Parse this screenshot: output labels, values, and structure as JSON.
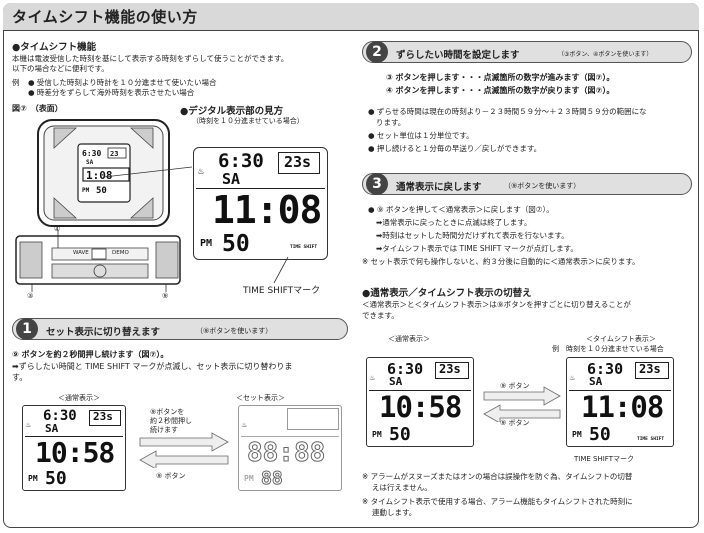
{
  "title": "タイムシフト機能の使い方",
  "section_main": {
    "heading": "●タイムシフト機能",
    "desc1": "本機は電波受信した時刻を基にして表示する時刻をずらして使うことができます。",
    "desc2": "以下の場合などに便利です。",
    "ex_label": "例",
    "ex1": "● 受信した時刻より時計を１０分進ませて使いたい場合",
    "ex2": "● 時差分をずらして海外時刻を表示させたい場合"
  },
  "figure": {
    "label": "図⑦　（表面）",
    "digital_heading": "●デジタル表示部の見方",
    "digital_note": "（時刻を１０分進ませている場合）",
    "timeshift_mark": "TIME SHIFTマーク",
    "btn_4": "④",
    "btn_3": "③",
    "btn_9": "⑨",
    "wave": "WAVE",
    "demo": "DEMO"
  },
  "lcd": {
    "date": "6:30",
    "day": "SA",
    "sec": "23s",
    "time_shift": "11:08",
    "time_normal": "10:58",
    "pm": "PM",
    "min_sub": "50",
    "ts_mark": "TIME SHIFT"
  },
  "step1": {
    "num": "1",
    "label": "セット表示に切り替えます",
    "note": "（⑨ボタンを使います）",
    "line1": "⑨ ボタンを約２秒間押し続けます（図⑦）。",
    "line2": "➡ずらしたい時間と TIME SHIFT マークが点滅し、セット表示に切り替わりま",
    "line3": "す。",
    "normal_label": "＜通常表示＞",
    "set_label": "＜セット表示＞",
    "arrow_right_1": "⑨ボタンを",
    "arrow_right_2": "約２秒間押し",
    "arrow_right_3": "続けます",
    "arrow_left": "⑨ ボタン"
  },
  "step2": {
    "num": "2",
    "label": "ずらしたい時間を設定します",
    "note": "（③ボタン、④ボタンを使います）",
    "line1": "③ ボタンを押します・・・点滅箇所の数字が進みます（図⑦）。",
    "line2": "④ ボタンを押します・・・点滅箇所の数字が戻ります（図⑦）。",
    "b1": "● ずらせる時間は現在の時刻より－２３時間５９分～＋２３時間５９分の範囲にな",
    "b1b": "ります。",
    "b2": "● セット単位は１分単位です。",
    "b3": "● 押し続けると１分毎の早送り／戻しができます。"
  },
  "step3": {
    "num": "3",
    "label": "通常表示に戻します",
    "note": "（⑨ボタンを使います）",
    "l1": "● ⑨ ボタンを押して＜通常表示＞に戻します（図⑦）。",
    "l2": "➡通常表示に戻ったときに点滅は終了します。",
    "l3": "➡時刻はセットした時間分だけずれて表示を行ないます。",
    "l4": "➡タイムシフト表示では TIME SHIFT マークが点灯します。",
    "l5": "※ セット表示で何も操作しないと、約３分後に自動的に＜通常表示＞に戻ります。"
  },
  "switch": {
    "heading": "●通常表示／タイムシフト表示の切替え",
    "desc1": "＜通常表示＞と＜タイムシフト表示＞は⑨ボタンを押すごとに切り替えることが",
    "desc2": "できます。",
    "normal_label": "＜通常表示＞",
    "ts_label": "＜タイムシフト表示＞",
    "ts_example": "例　時刻を１０分進ませている場合",
    "arrow1": "⑨ ボタン",
    "arrow2": "⑨ ボタン",
    "ts_mark": "TIME SHIFTマーク",
    "n1": "※ アラームがスヌーズまたはオンの場合は誤操作を防ぐ為、タイムシフトの切替",
    "n1b": "えは行えません。",
    "n2": "※ タイムシフト表示で使用する場合、アラーム機能もタイムシフトされた時刻に",
    "n2b": "連動します。"
  }
}
